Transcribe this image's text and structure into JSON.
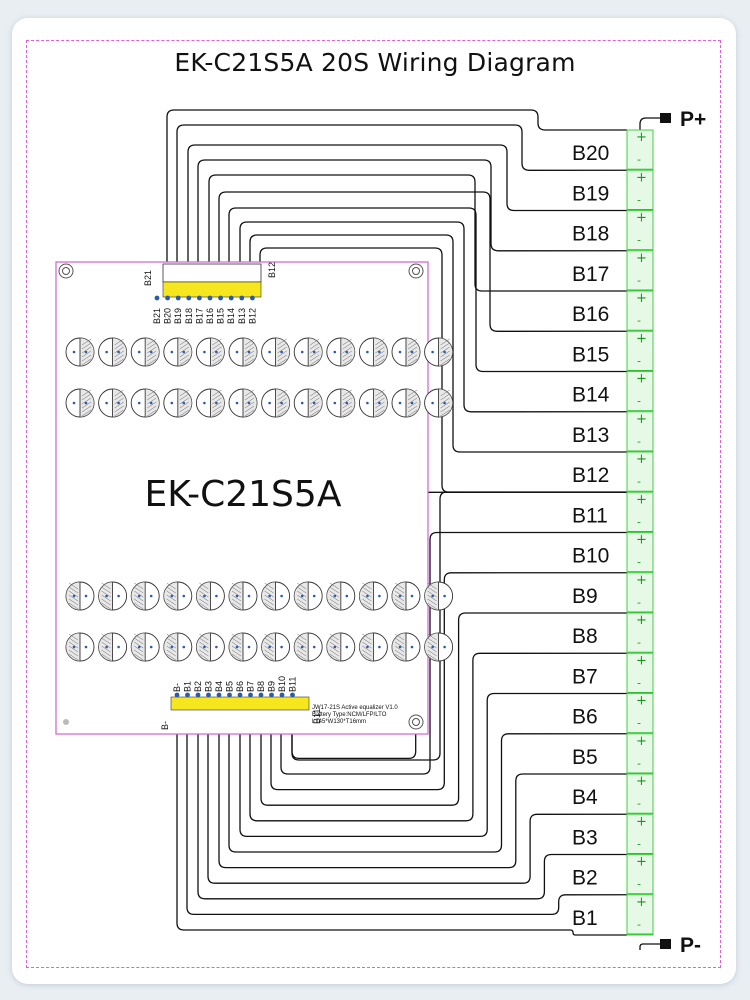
{
  "title": "EK-C21S5A   20S Wiring Diagram",
  "board": {
    "name": "EK-C21S5A",
    "top_connector_left": "B21",
    "top_connector_right": "B12",
    "top_pins": [
      "B21",
      "B20",
      "B19",
      "B18",
      "B17",
      "B16",
      "B15",
      "B14",
      "B13",
      "B12"
    ],
    "bottom_connector_left": "B-",
    "bottom_connector_right": "B11",
    "bottom_pins": [
      "B-",
      "B1",
      "B2",
      "B3",
      "B4",
      "B5",
      "B6",
      "B7",
      "B8",
      "B9",
      "B10",
      "B11"
    ],
    "spec_lines": [
      "JW17-21S Active equalizer V1.0",
      "Battery Type:NCM/LFP/LTO",
      "L145*W130*T16mm"
    ]
  },
  "pack": {
    "positive": "P+",
    "negative": "P-",
    "cells": [
      "B20",
      "B19",
      "B18",
      "B17",
      "B16",
      "B15",
      "B14",
      "B13",
      "B12",
      "B11",
      "B10",
      "B9",
      "B8",
      "B7",
      "B6",
      "B5",
      "B4",
      "B3",
      "B2",
      "B1"
    ],
    "plus_sign": "+",
    "minus_sign": "-"
  },
  "colors": {
    "frame": "#e060d8",
    "board_outline": "#d060d0",
    "cell_fill": "#e6f9e6",
    "cell_stroke": "#3fd43f",
    "connector": "#f6e61e",
    "pin_dot": "#2a5aa8",
    "wire": "#111111"
  }
}
